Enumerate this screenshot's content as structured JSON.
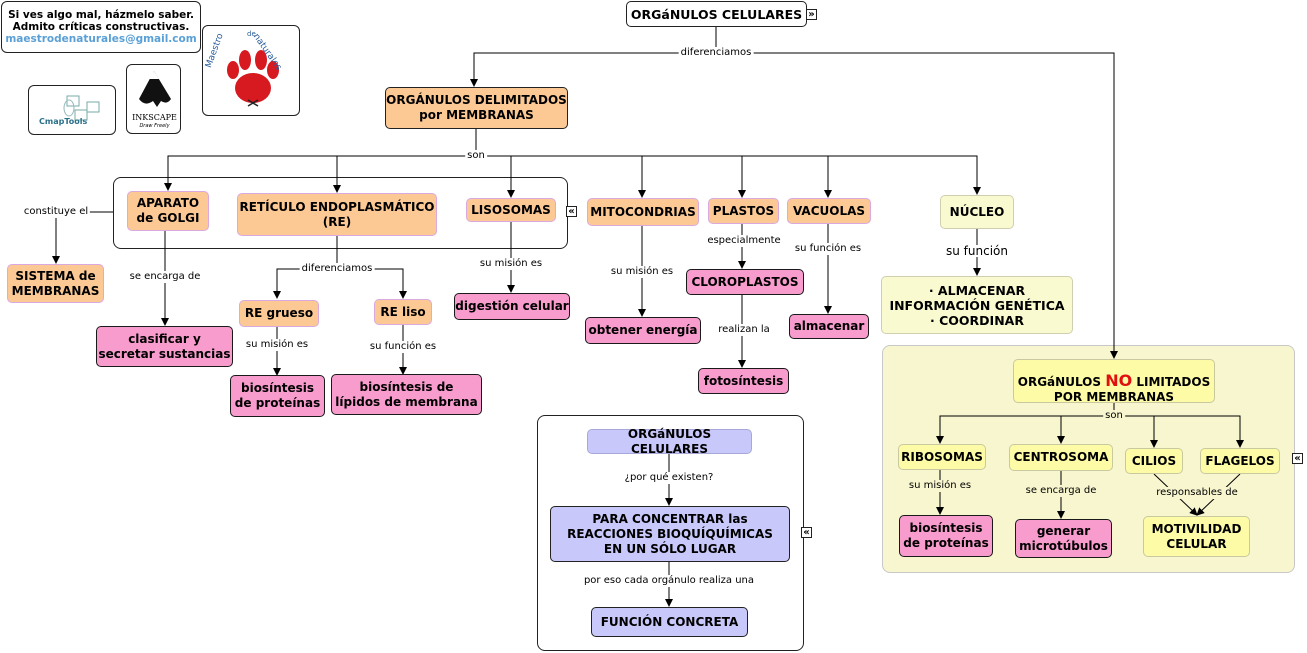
{
  "info": {
    "line1": "Si ves algo mal, házmelo saber.",
    "line2": "Admito críticas constructivas.",
    "email": "maestrodenaturales@gmail.com"
  },
  "logos": {
    "cmap": "CmapTools",
    "inkscape": "INKSCAPE",
    "inkscape_sub": "Draw Freely",
    "maestro_word1": "Maestro",
    "maestro_word2": "de",
    "maestro_word3": "naturales"
  },
  "nodes": {
    "root": "ORGáNULOS CELULARES",
    "delimitados": "ORGÁNULOS DELIMITADOS\npor MEMBRANAS",
    "golgi": "APARATO\nde GOLGI",
    "re": "RETÍCULO ENDOPLASMÁTICO\n(RE)",
    "lisosomas": "LISOSOMAS",
    "mitocondrias": "MITOCONDRIAS",
    "plastos": "PLASTOS",
    "vacuolas": "VACUOLAS",
    "nucleo": "NÚCLEO",
    "sistema": "SISTEMA de\nMEMBRANAS",
    "clasificar": "clasificar y\nsecretar sustancias",
    "re_grueso": "RE grueso",
    "re_liso": "RE liso",
    "biosint_prot": "biosíntesis\nde proteínas",
    "biosint_lip": "biosíntesis de\nlípidos de membrana",
    "digestion": "digestión celular",
    "energia": "obtener energía",
    "cloroplastos": "CLOROPLASTOS",
    "fotosintesis": "fotosíntesis",
    "almacenar": "almacenar",
    "almacenar_info": "· ALMACENAR\nINFORMACIÓN GENÉTICA\n· COORDINAR",
    "no_lim_pre": "ORGáNULOS ",
    "no_lim_no": "NO",
    "no_lim_post": " LIMITADOS",
    "no_lim_line2": "POR MEMBRANAS",
    "ribosomas": "RIBOSOMAS",
    "centrosoma": "CENTROSOMA",
    "cilios": "CILIOS",
    "flagelos": "FLAGELOS",
    "biosint_prot2": "biosíntesis\nde proteínas",
    "microtubulos": "generar\nmicrotúbulos",
    "motilidad": "MOTIVILIDAD\nCELULAR",
    "root2": "ORGáNULOS CELULARES",
    "concentrar": "PARA CONCENTRAR las\nREACCIONES BIOQUÍQUÍMICAS\nEN UN SÓLO LUGAR",
    "funcion": "FUNCIÓN CONCRETA"
  },
  "links": {
    "diferenciamos1": "diferenciamos",
    "son1": "son",
    "constituye": "constituye el",
    "se_encarga": "se encarga de",
    "diferenciamos2": "diferenciamos",
    "su_mision1": "su misión es",
    "su_funcion1": "su función es",
    "su_mision_lis": "su misión es",
    "su_mision_mit": "su misión es",
    "especialmente": "especialmente",
    "realizan": "realizan la",
    "su_funcion_vac": "su función es",
    "su_funcion_nuc": "su función",
    "son2": "son",
    "su_mision_rib": "su misión es",
    "se_encarga2": "se encarga de",
    "responsables": "responsables de",
    "por_que": "¿por qué existen?",
    "por_eso": "por eso cada orgánulo realiza una"
  },
  "colors": {
    "orange": "#fcc995",
    "pink": "#f89bcd",
    "yellow": "#fdfba6",
    "cream": "#fafad0",
    "lavender": "#c8c9fa",
    "red": "#e01010"
  }
}
